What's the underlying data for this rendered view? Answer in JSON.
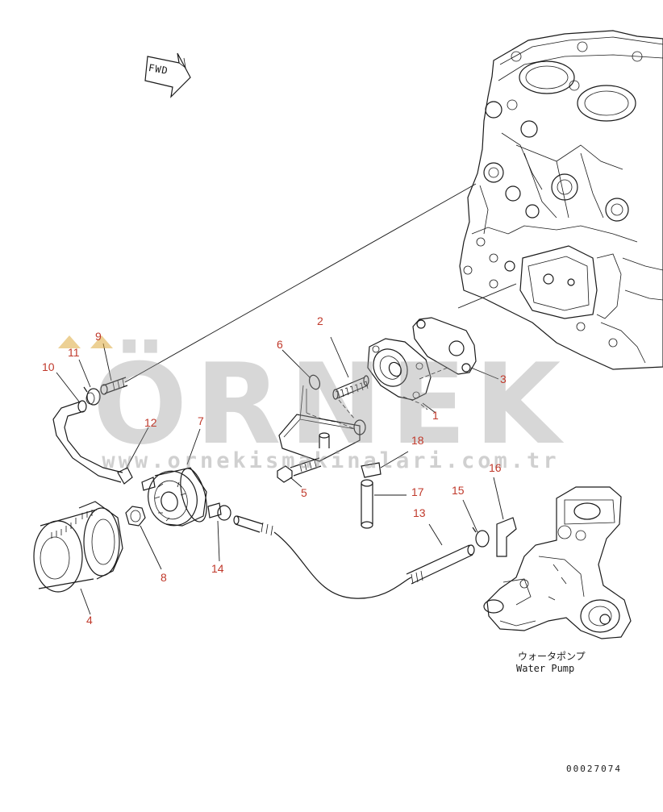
{
  "fwd_label": "FWD",
  "watermark": {
    "brand": "ÖRNEK",
    "url": "www.ornekismakinalari.com.tr"
  },
  "water_pump_label_jp": "ウォータポンプ",
  "water_pump_label_en": "Water Pump",
  "drawing_number": "00027074",
  "callouts": [
    {
      "id": "1",
      "text": "1"
    },
    {
      "id": "2",
      "text": "2"
    },
    {
      "id": "3",
      "text": "3"
    },
    {
      "id": "4",
      "text": "4"
    },
    {
      "id": "5",
      "text": "5"
    },
    {
      "id": "6",
      "text": "6"
    },
    {
      "id": "7",
      "text": "7"
    },
    {
      "id": "8",
      "text": "8"
    },
    {
      "id": "9",
      "text": "9"
    },
    {
      "id": "10",
      "text": "10"
    },
    {
      "id": "11",
      "text": "11"
    },
    {
      "id": "12",
      "text": "12"
    },
    {
      "id": "13",
      "text": "13"
    },
    {
      "id": "14",
      "text": "14"
    },
    {
      "id": "15",
      "text": "15"
    },
    {
      "id": "16",
      "text": "16"
    },
    {
      "id": "17",
      "text": "17"
    },
    {
      "id": "18",
      "text": "18"
    }
  ],
  "colors": {
    "callout": "#c0392b",
    "line": "#1a1a1a",
    "watermark": "#969696"
  }
}
